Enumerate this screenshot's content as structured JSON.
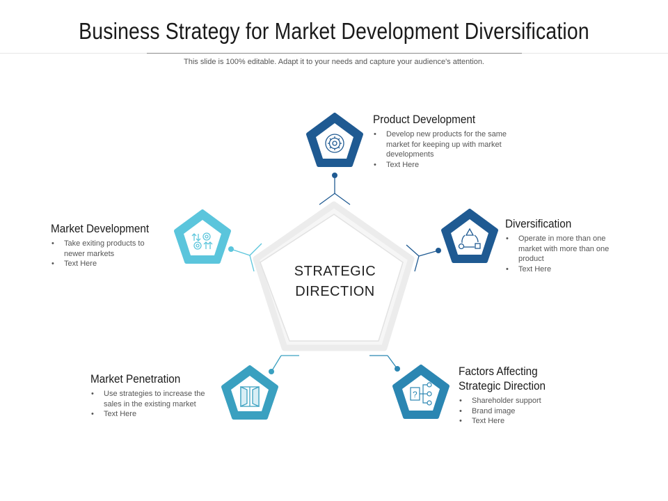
{
  "title": "Business Strategy for Market Development Diversification",
  "subtitle": "This slide is 100% editable. Adapt it to your needs and capture your audience's attention.",
  "center": {
    "line1": "STRATEGIC",
    "line2": "DIRECTION"
  },
  "colors": {
    "dark_blue": "#1f5a92",
    "mid_blue": "#2b86b2",
    "light_teal": "#5bc5dc",
    "teal": "#3aa0c0"
  },
  "nodes": [
    {
      "title": "Product Development",
      "bullets": [
        "Develop new products for the same market for keeping up with market developments",
        "Text Here"
      ],
      "icon": "gear-cycle-icon"
    },
    {
      "title": "Diversification",
      "bullets": [
        "Operate in more than one market with more than one product",
        "Text Here"
      ],
      "icon": "shapes-cycle-icon"
    },
    {
      "title": "Factors Affecting Strategic Direction",
      "bullets": [
        "Shareholder support",
        "Brand image",
        "Text Here"
      ],
      "icon": "flowchart-icon"
    },
    {
      "title": "Market Penetration",
      "bullets": [
        "Use strategies to increase the sales in the existing market",
        "Text Here"
      ],
      "icon": "door-icon"
    },
    {
      "title": "Market Development",
      "bullets": [
        "Take exiting products to newer markets",
        "Text Here"
      ],
      "icon": "gears-arrows-icon"
    }
  ]
}
